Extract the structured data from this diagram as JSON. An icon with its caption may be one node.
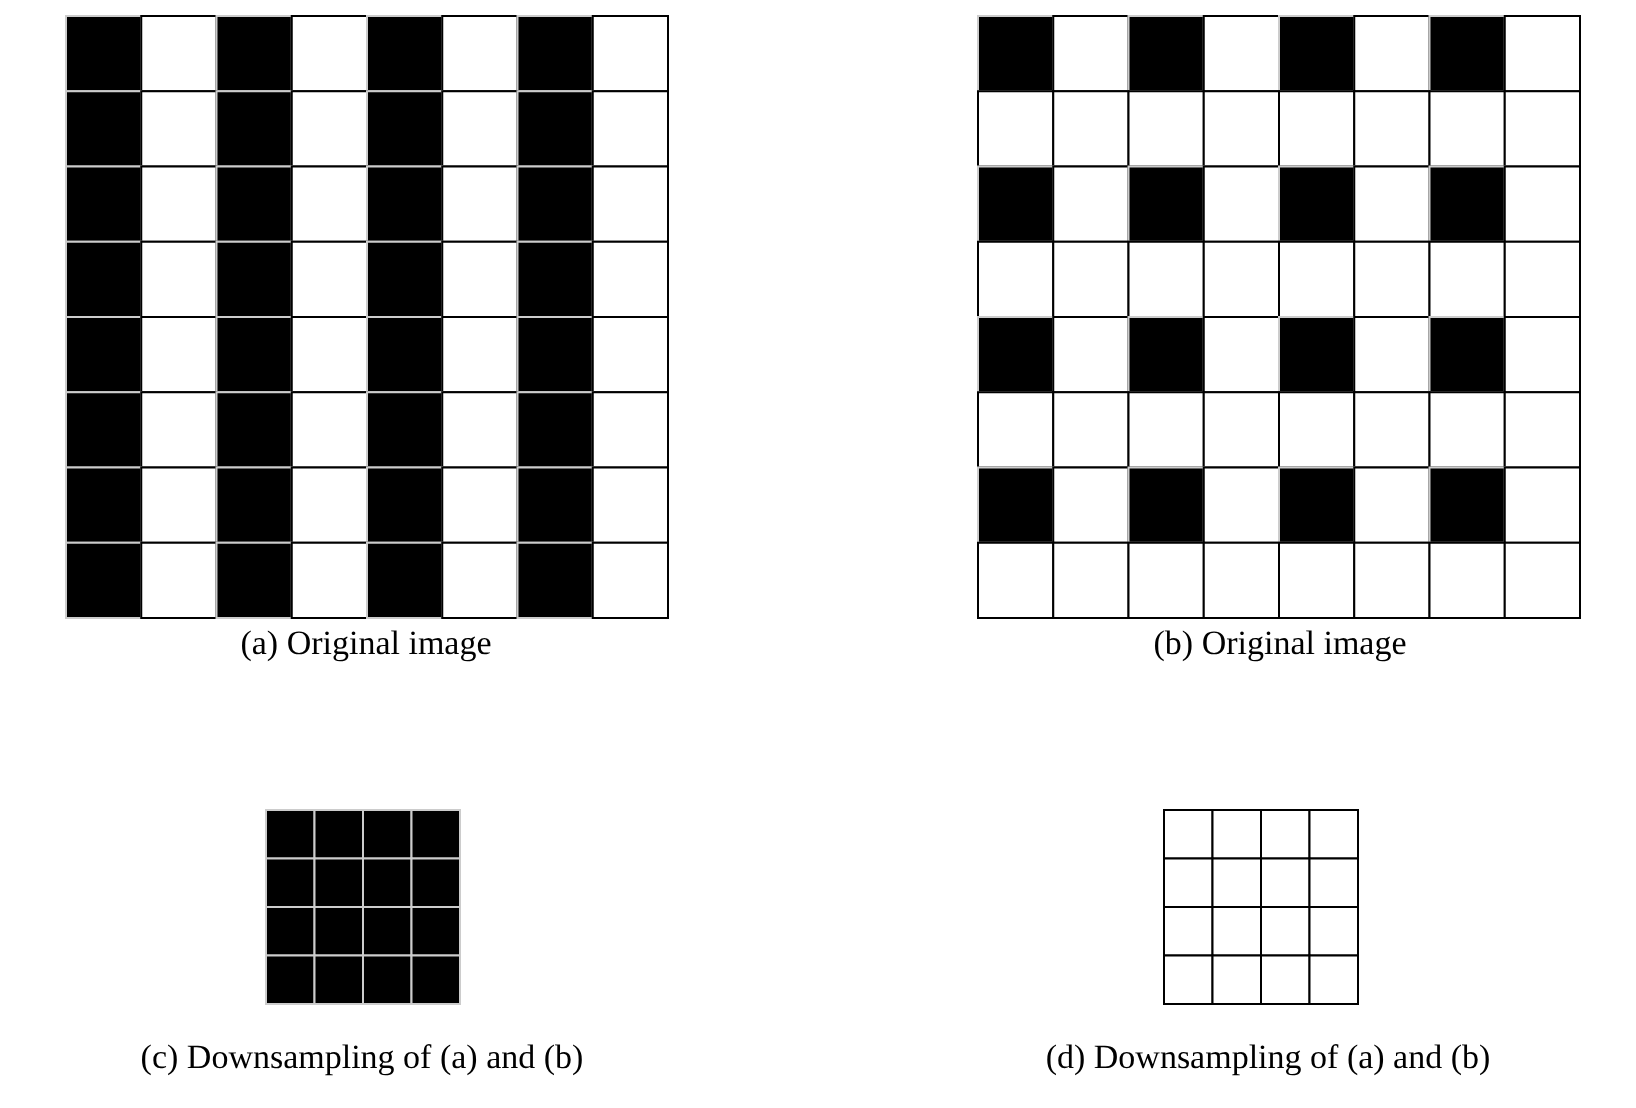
{
  "diagram": {
    "labels": [
      "(a) Original image",
      "(b) Original image",
      "(c) Downsampling of (a) and (b)",
      "(d) Downsampling of (a) and (b)"
    ]
  }
}
